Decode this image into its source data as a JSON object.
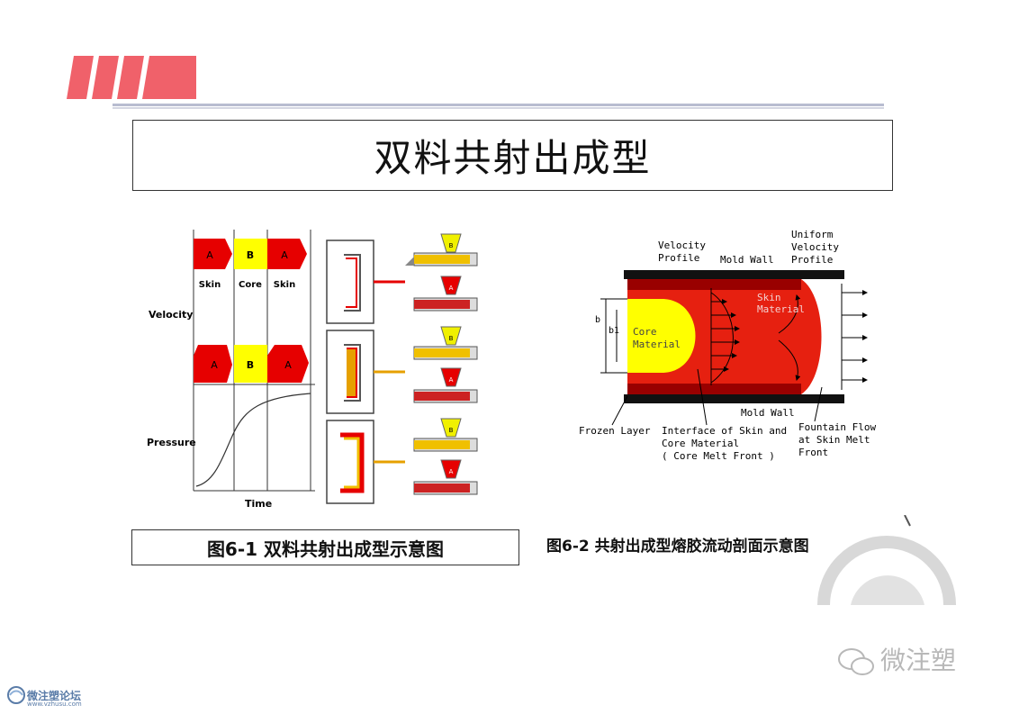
{
  "title": "双料共射出成型",
  "figure1": {
    "caption": "图6-1 双料共射出成型示意图",
    "top_labels": [
      "A",
      "B",
      "A"
    ],
    "top_sublabels": [
      "Skin",
      "Core",
      "Skin"
    ],
    "mid_labels": [
      "A",
      "B",
      "A"
    ],
    "velocity_label": "Velocity",
    "pressure_label": "Pressure",
    "time_label": "Time",
    "unit_letters": [
      "B",
      "A",
      "B",
      "A",
      "B",
      "A"
    ]
  },
  "figure2": {
    "caption": "图6-2 共射出成型熔胶流动剖面示意图",
    "velocity_profile": "Velocity\nProfile",
    "mold_wall_top": "Mold Wall",
    "uniform_velocity": "Uniform\nVelocity\nProfile",
    "skin_material": "Skin\nMaterial",
    "core_material": "Core\nMaterial",
    "b_label": "b",
    "b1_label": "b1",
    "mold_wall_bottom": "Mold Wall",
    "frozen_layer": "Frozen Layer",
    "interface": "Interface of Skin and\nCore Material\n( Core Melt Front )",
    "fountain_flow": "Fountain Flow\nat Skin Melt\nFront"
  },
  "footer": {
    "forum_name": "微注塑论坛",
    "forum_url": "www.vzhusu.com",
    "wechat_name": "微注塑"
  },
  "colors": {
    "accent_red": "#f0616a",
    "melt_red": "#e60000",
    "core_yellow": "#ffff00",
    "dark_red": "#990000",
    "header_rule": "#b8bcd0"
  }
}
